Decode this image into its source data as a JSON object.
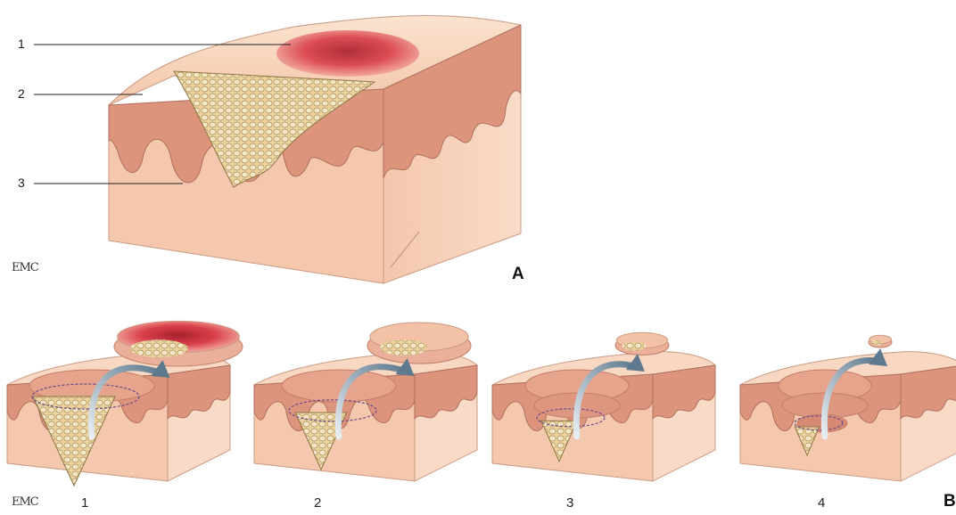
{
  "figure": {
    "panel_a": {
      "letter": "A",
      "callouts": [
        "1",
        "2",
        "3"
      ],
      "logo_text": "EMC"
    },
    "panel_b": {
      "letter": "B",
      "steps": [
        "1",
        "2",
        "3",
        "4"
      ],
      "logo_text": "EMC"
    },
    "colors": {
      "epidermis": "#d9907a",
      "dermis": "#f2c0a6",
      "surface": "#f7d4bd",
      "tumor": "#e8cf9d",
      "lesion": "#c8303c",
      "arrow": "#7d95a6",
      "margin": "#6b4a8c"
    }
  }
}
